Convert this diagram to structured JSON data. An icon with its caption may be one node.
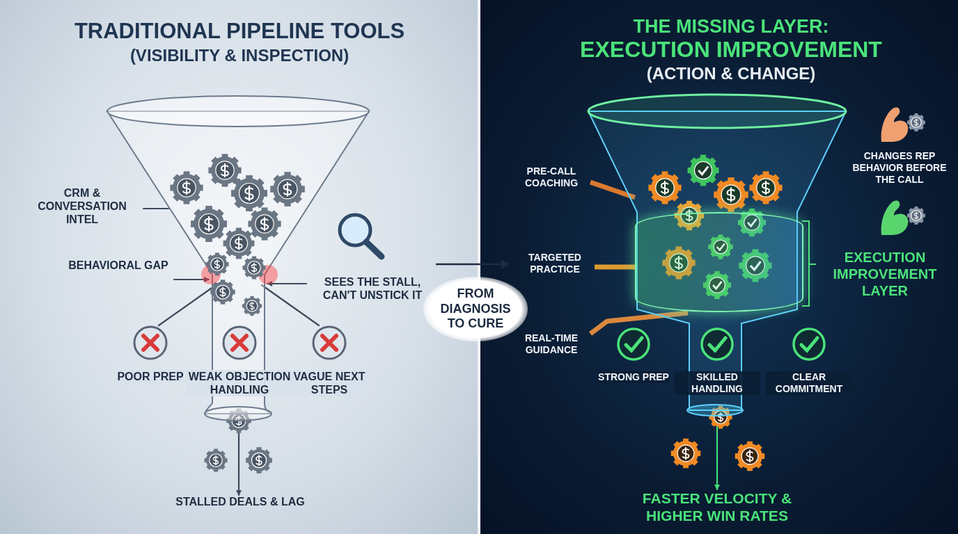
{
  "diagram": {
    "nodes": [
      {
        "text": [
          "CRM & CONVERSATION INTEL"
        ]
      },
      {
        "text": [],
        "shape": "funnel"
      },
      {
        "text": [
          "BEHAVIORAL GAP"
        ]
      },
      {
        "text": [
          "SEES THE STALL, CAN'T UNSTICK IT"
        ]
      },
      {
        "text": [
          "POOR PREP"
        ]
      },
      {
        "text": [
          "WEAK OBJECTION HANDLING"
        ],
        "in": 1
      },
      {
        "text": [
          "VAGUE NEXT STEPS"
        ]
      },
      {
        "text": [
          "STALLED DEALS & LAG"
        ]
      },
      {
        "text": [
          "PRE-CALL COACHING"
        ]
      },
      {
        "text": [],
        "shape": "funnel"
      },
      {
        "text": [],
        "shape": "band",
        "in": 9
      },
      {
        "text": [
          "TARGETED PRACTICE"
        ]
      },
      {
        "text": [
          "REAL-TIME GUIDANCE"
        ]
      },
      {
        "text": [
          "STRONG PREP"
        ]
      },
      {
        "text": [
          "SKILLED HANDLING"
        ],
        "in": 9
      },
      {
        "text": [
          "CLEAR COMMITMENT"
        ]
      },
      {
        "text": [
          "FASTER VELOCITY & HIGHER WIN RATES"
        ]
      }
    ],
    "edges": [
      {
        "from": 0,
        "to": 1,
        "arrow": "none"
      },
      {
        "from": 2,
        "to": 1,
        "arrow": "to"
      },
      {
        "from": 3,
        "to": 1,
        "arrow": "to"
      },
      {
        "from": 1,
        "to": 4,
        "arrow": "none"
      },
      {
        "from": 1,
        "to": 6,
        "arrow": "none"
      },
      {
        "from": 1,
        "to": 7,
        "arrow": "to"
      },
      {
        "from": 8,
        "to": 9,
        "arrow": "none",
        "style": "thick",
        "color": "#ff8a2a"
      },
      {
        "from": 11,
        "to": 10,
        "arrow": "none",
        "style": "thick",
        "color": "#ffb02e"
      },
      {
        "from": 12,
        "to": 9,
        "arrow": "none",
        "style": "thick",
        "color": "#ff9a3c"
      },
      {
        "from": 9,
        "to": 16,
        "arrow": "to",
        "color": "#3fe07a"
      }
    ],
    "labels": [
      "TRADITIONAL PIPELINE TOOLS",
      "(VISIBILITY & INSPECTION)",
      "THE MISSING LAYER:",
      "EXECUTION IMPROVEMENT",
      "(ACTION & CHANGE)",
      "FROM DIAGNOSIS TO CURE",
      "CHANGES REP BEHAVIOR BEFORE THE CALL",
      "EXECUTION IMPROVEMENT LAYER"
    ]
  }
}
